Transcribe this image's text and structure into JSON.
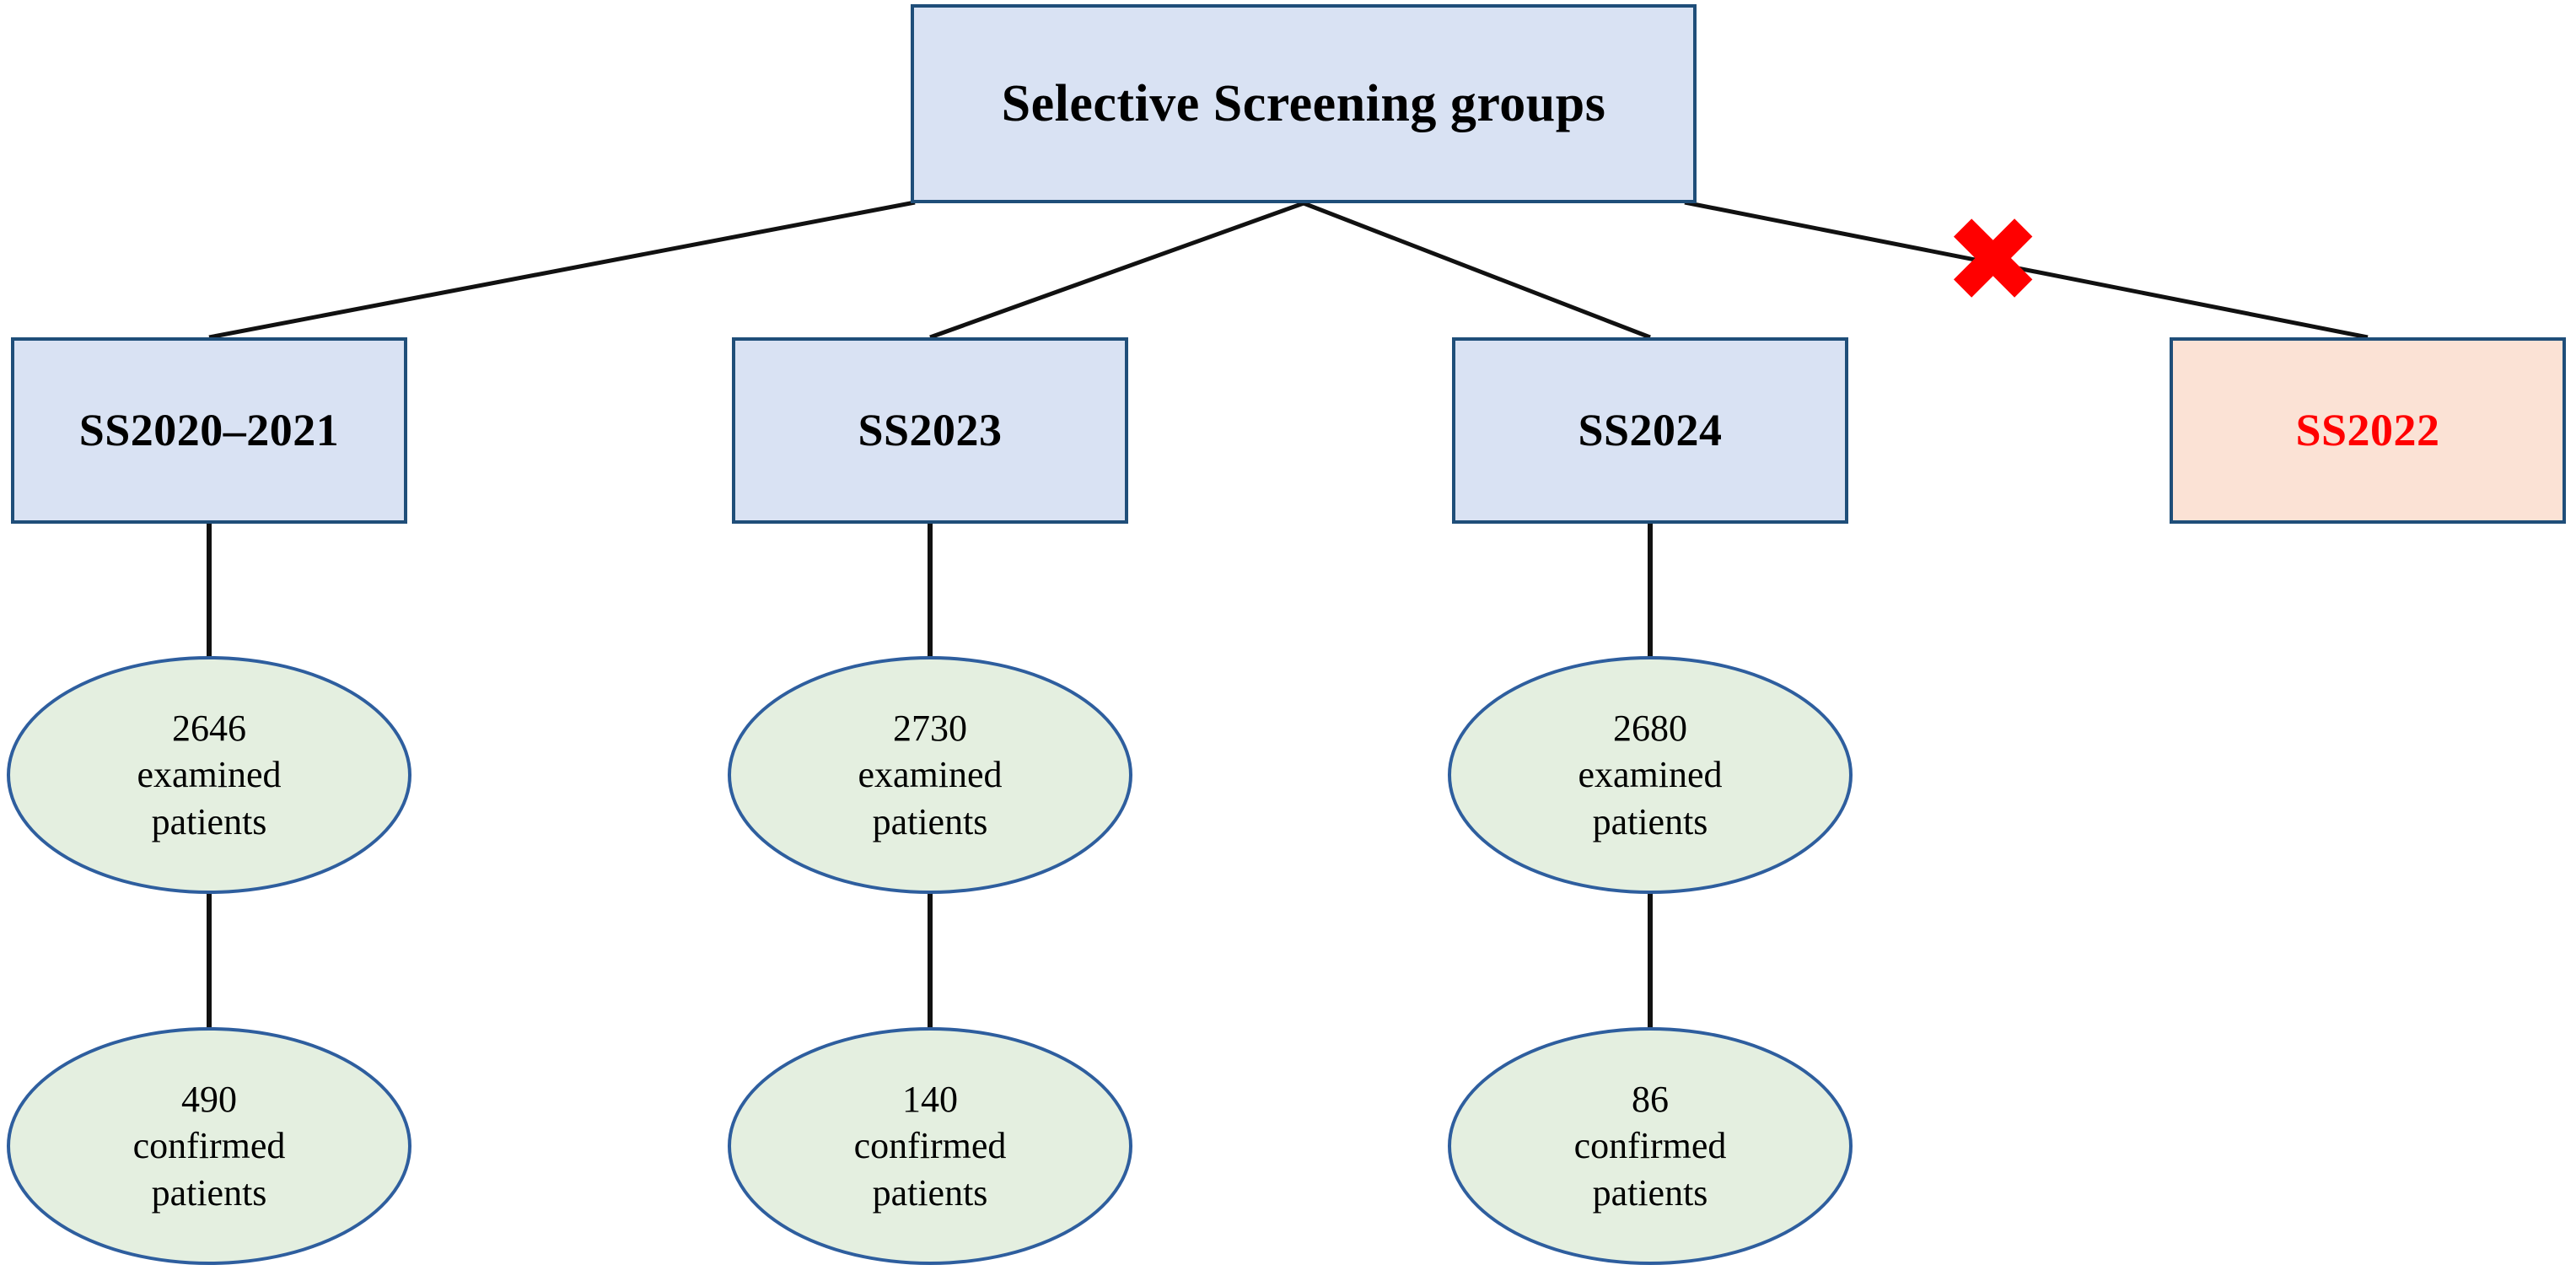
{
  "diagram": {
    "title": "Selective Screening groups",
    "colors": {
      "box_fill": "#D9E2F3",
      "box_border": "#1F4E79",
      "excluded_fill": "#FBE2D5",
      "excluded_text": "#FF0000",
      "ellipse_fill": "#E4EFE0",
      "ellipse_border": "#2E5E9E",
      "connector": "#000000",
      "exclusion_mark": "#FF0000"
    },
    "root": {
      "label": "Selective Screening groups"
    },
    "exclusion_mark": {
      "glyph": "✖",
      "name": "red-x-exclusion-mark"
    },
    "groups": [
      {
        "id": "ss2020-2021",
        "label": "SS2020–2021",
        "excluded": false,
        "examined": {
          "count": "2646",
          "line2": "examined",
          "line3": "patients"
        },
        "confirmed": {
          "count": "490",
          "line2": "confirmed",
          "line3": "patients"
        }
      },
      {
        "id": "ss2023",
        "label": "SS2023",
        "excluded": false,
        "examined": {
          "count": "2730",
          "line2": "examined",
          "line3": "patients"
        },
        "confirmed": {
          "count": "140",
          "line2": "confirmed",
          "line3": "patients"
        }
      },
      {
        "id": "ss2024",
        "label": "SS2024",
        "excluded": false,
        "examined": {
          "count": "2680",
          "line2": "examined",
          "line3": "patients"
        },
        "confirmed": {
          "count": "86",
          "line2": "confirmed",
          "line3": "patients"
        }
      },
      {
        "id": "ss2022",
        "label": "SS2022",
        "excluded": true
      }
    ]
  }
}
